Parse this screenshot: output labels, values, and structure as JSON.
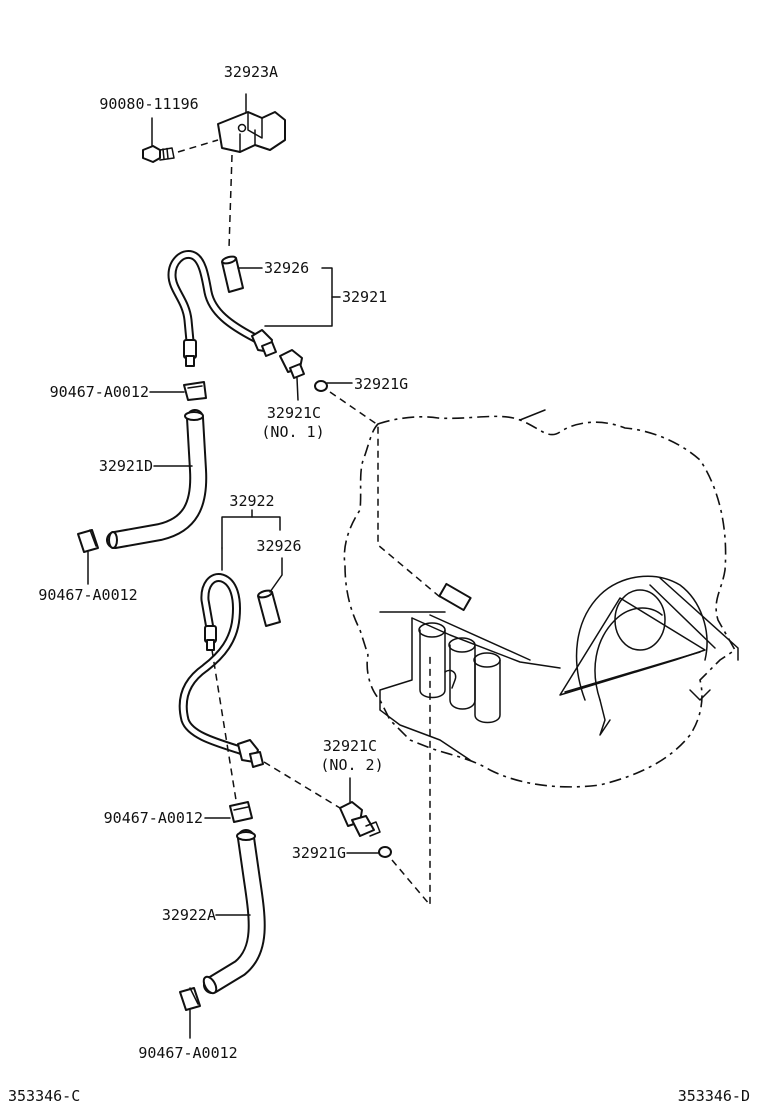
{
  "labels": {
    "p32923A": "32923A",
    "p90080": "90080-11196",
    "p32926_top": "32926",
    "p32921": "32921",
    "p32921G_top": "32921G",
    "p90467_1": "90467-A0012",
    "p32921C_no1": "32921C",
    "p32921C_no1_sub": "(NO. 1)",
    "p32921D": "32921D",
    "p32922": "32922",
    "p32926_mid": "32926",
    "p90467_2": "90467-A0012",
    "p32921C_no2": "32921C",
    "p32921C_no2_sub": "(NO. 2)",
    "p90467_3": "90467-A0012",
    "p32921G_bottom": "32921G",
    "p32922A": "32922A",
    "p90467_4": "90467-A0012"
  },
  "footer": {
    "left_code": "353346-C",
    "right_code": "353346-D"
  }
}
